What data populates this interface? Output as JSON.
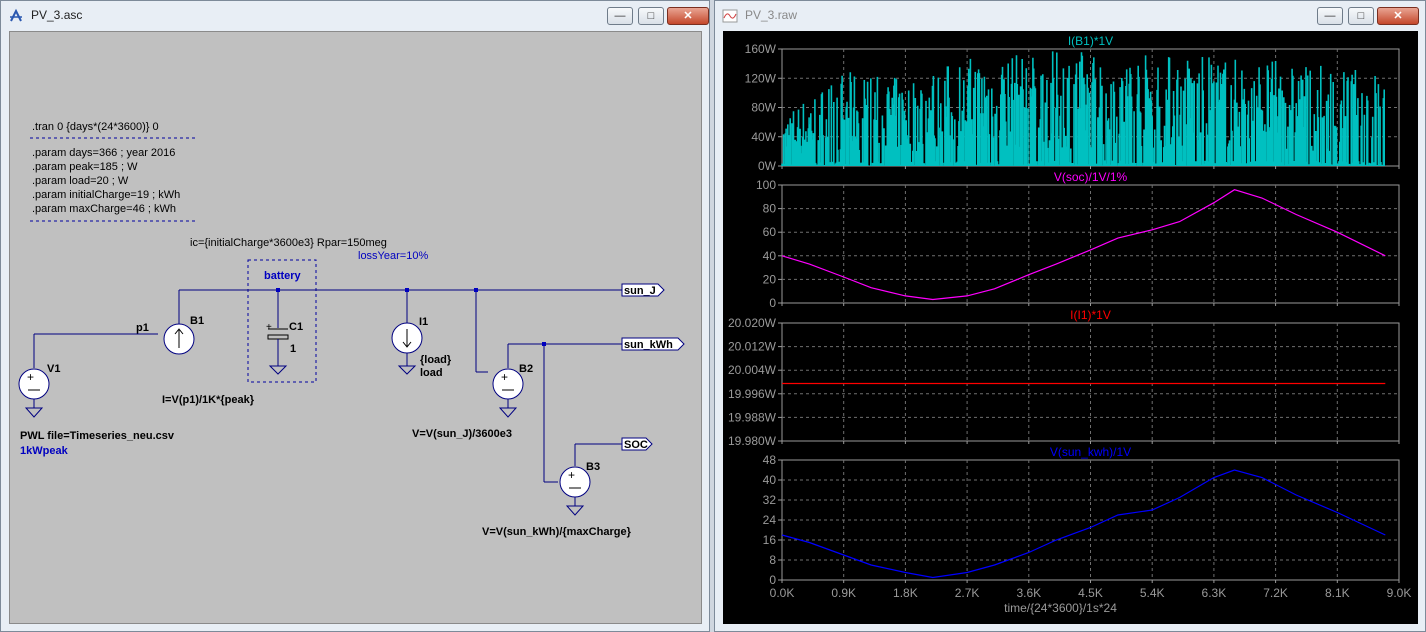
{
  "schematic_window": {
    "title": "PV_3.asc",
    "buttons": {
      "minimize": "—",
      "maximize": "□",
      "close": "✕"
    },
    "spice": {
      "tran": ".tran 0 {days*(24*3600)} 0",
      "params": [
        ".param days=366 ; year 2016",
        ".param peak=185 ; W",
        ".param load=20 ; W",
        ".param initialCharge=19 ; kWh",
        ".param maxCharge=46 ; kWh"
      ]
    },
    "components": {
      "battery_label": "battery",
      "ic_line": "ic={initialCharge*3600e3} Rpar=150meg",
      "loss": "lossYear=10%",
      "v1_name": "V1",
      "v1_value": "PWL file=Timeseries_neu.csv",
      "v1_comment": "1kWpeak",
      "p1_label": "p1",
      "b1_name": "B1",
      "b1_value": "I=V(p1)/1K*{peak}",
      "c1_name": "C1",
      "c1_value": "1",
      "c1_plus": "+",
      "i1_name": "I1",
      "i1_value": "{load}",
      "i1_comment": "load",
      "b2_name": "B2",
      "b2_value": "V=V(sun_J)/3600e3",
      "b3_name": "B3",
      "b3_value": "V=V(sun_kWh)/{maxCharge}",
      "net_sun_j": "sun_J",
      "net_sun_kwh": "sun_kWh",
      "net_soc": "SOC"
    }
  },
  "waveform_window": {
    "title": "PV_3.raw",
    "buttons": {
      "minimize": "—",
      "maximize": "□",
      "close": "✕"
    },
    "x_axis": {
      "label": "time/{24*3600}/1s*24",
      "ticks": [
        "0.0K",
        "0.9K",
        "1.8K",
        "2.7K",
        "3.6K",
        "4.5K",
        "5.4K",
        "6.3K",
        "7.2K",
        "8.1K",
        "9.0K"
      ],
      "range": [
        0,
        9000
      ]
    },
    "panes": [
      {
        "title": "I(B1)*1V",
        "title_color": "#00c0c0",
        "trace_color": "#00c0c0",
        "y_ticks": [
          "160W",
          "120W",
          "80W",
          "40W",
          "0W"
        ],
        "y_range": [
          0,
          160
        ]
      },
      {
        "title": "V(soc)/1V/1%",
        "title_color": "#ff00ff",
        "trace_color": "#ff00ff",
        "y_ticks": [
          "100",
          "80",
          "60",
          "40",
          "20",
          "0"
        ],
        "y_range": [
          0,
          100
        ]
      },
      {
        "title": "I(I1)*1V",
        "title_color": "#ff0000",
        "trace_color": "#ff0000",
        "y_ticks": [
          "20.020W",
          "20.012W",
          "20.004W",
          "19.996W",
          "19.988W",
          "19.980W"
        ],
        "y_range": [
          19.98,
          20.02
        ]
      },
      {
        "title": "V(sun_kwh)/1V",
        "title_color": "#0000ff",
        "trace_color": "#0000ff",
        "y_ticks": [
          "48",
          "40",
          "32",
          "24",
          "16",
          "8",
          "0"
        ],
        "y_range": [
          0,
          48
        ]
      }
    ]
  },
  "chart_data": [
    {
      "type": "area",
      "title": "I(B1)*1V",
      "xlabel": "time/{24*3600}/1s*24",
      "ylabel": "",
      "xlim": [
        0,
        9000
      ],
      "ylim": [
        0,
        160
      ],
      "series": [
        {
          "name": "I(B1)*1V",
          "envelope_x": [
            0,
            900,
            1800,
            2700,
            3600,
            4500,
            5400,
            6300,
            7200,
            8100,
            8800
          ],
          "envelope_max": [
            70,
            130,
            120,
            150,
            155,
            160,
            155,
            150,
            145,
            135,
            130
          ]
        }
      ]
    },
    {
      "type": "line",
      "title": "V(soc)/1V/1%",
      "xlim": [
        0,
        9000
      ],
      "ylim": [
        0,
        100
      ],
      "series": [
        {
          "name": "V(soc)/1V/1%",
          "x": [
            0,
            400,
            900,
            1300,
            1800,
            2200,
            2700,
            3100,
            3600,
            4000,
            4500,
            4900,
            5400,
            5800,
            6300,
            6600,
            7000,
            7500,
            8100,
            8800
          ],
          "values": [
            40,
            33,
            22,
            13,
            6,
            3,
            6,
            12,
            24,
            33,
            45,
            55,
            62,
            69,
            85,
            96,
            89,
            75,
            60,
            40
          ]
        }
      ]
    },
    {
      "type": "line",
      "title": "I(I1)*1V",
      "xlim": [
        0,
        9000
      ],
      "ylim": [
        19.98,
        20.02
      ],
      "series": [
        {
          "name": "I(I1)*1V",
          "x": [
            0,
            8800
          ],
          "values": [
            19.9995,
            19.9995
          ]
        }
      ]
    },
    {
      "type": "line",
      "title": "V(sun_kwh)/1V",
      "xlim": [
        0,
        9000
      ],
      "ylim": [
        0,
        48
      ],
      "series": [
        {
          "name": "V(sun_kwh)/1V",
          "x": [
            0,
            400,
            900,
            1300,
            1800,
            2200,
            2700,
            3100,
            3600,
            4000,
            4500,
            4900,
            5400,
            5800,
            6300,
            6600,
            7000,
            7500,
            8100,
            8800
          ],
          "values": [
            18,
            15,
            10,
            6,
            3,
            1,
            3,
            6,
            11,
            16,
            21,
            26,
            28,
            33,
            41,
            44,
            41,
            34,
            27,
            18
          ]
        }
      ]
    }
  ]
}
